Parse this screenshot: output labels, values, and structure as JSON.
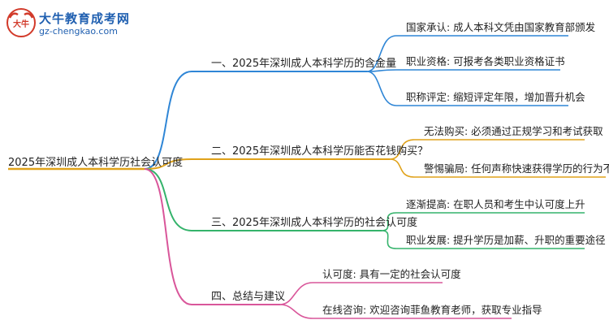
{
  "brand": {
    "title": "大牛教育成考网",
    "url": "gz-chengkao.com",
    "logo_glyph": "大牛"
  },
  "root": "2025年深圳成人本科学历社会认可度",
  "branches": [
    {
      "label": "一、2025年深圳成人本科学历的含金量",
      "color": "#2f86d6",
      "leaves": [
        "国家承认: 成人本科文凭由国家教育部颁发",
        "职业资格: 可报考各类职业资格证书",
        "职称评定: 缩短评定年限，增加晋升机会"
      ]
    },
    {
      "label": "二、2025年深圳成人本科学历能否花钱购买？",
      "color": "#e0a21a",
      "leaves": [
        "无法购买: 必须通过正规学习和考试获取",
        "警惕骗局: 任何声称快速获得学历的行为不合法"
      ]
    },
    {
      "label": "三、2025年深圳成人本科学历的社会认可度",
      "color": "#34b36b",
      "leaves": [
        "逐渐提高: 在职人员和考生中认可度上升",
        "职业发展: 提升学历是加薪、升职的重要途径"
      ]
    },
    {
      "label": "四、总结与建议",
      "color": "#d9569a",
      "leaves": [
        "认可度: 具有一定的社会认可度",
        "在线咨询: 欢迎咨询菲鱼教育老师，获取专业指导"
      ]
    }
  ]
}
